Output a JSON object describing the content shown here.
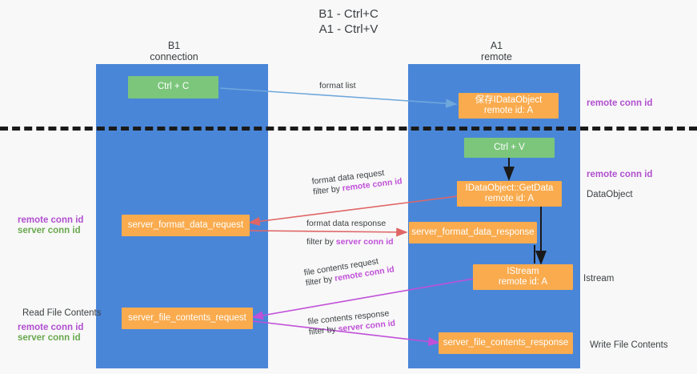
{
  "title": {
    "line1": "B1 - Ctrl+C",
    "line2": "A1 - Ctrl+V"
  },
  "lanes": [
    {
      "id": "b1",
      "name": "B1",
      "role": "connection",
      "color": "#4a86d8"
    },
    {
      "id": "a1",
      "name": "A1",
      "role": "remote",
      "color": "#4a86d8"
    }
  ],
  "boxes": {
    "ctrl_c": {
      "line1": "Ctrl + C",
      "line2": "",
      "color": "#7cc67c"
    },
    "ctrl_v": {
      "line1": "Ctrl + V",
      "line2": "",
      "color": "#7cc67c"
    },
    "data_object_store": {
      "line1": "保存IDataObject",
      "line2": "remote id: A",
      "color": "#f9ab4e"
    },
    "get_data": {
      "line1": "IDataObject::GetData",
      "line2": "remote id: A",
      "color": "#f9ab4e"
    },
    "format_request": {
      "line1": "server_format_data_request",
      "line2": "",
      "color": "#f9ab4e"
    },
    "format_response": {
      "line1": "server_format_data_response",
      "line2": "",
      "color": "#f9ab4e"
    },
    "istream": {
      "line1": "IStream",
      "line2": "remote id: A",
      "color": "#f9ab4e"
    },
    "file_request": {
      "line1": "server_file_contents_request",
      "line2": "",
      "color": "#f9ab4e"
    },
    "file_response": {
      "line1": "server_file_contents_response",
      "line2": "",
      "color": "#f9ab4e"
    }
  },
  "edges": [
    {
      "id": "format-list",
      "label": "format list",
      "filter": "",
      "color": "#6fa8dc"
    },
    {
      "id": "format-data-request",
      "label": "format data request",
      "filter_prefix": "filter by ",
      "filter_key": "remote conn id",
      "color": "#e06666"
    },
    {
      "id": "format-data-response",
      "label": "format data response",
      "filter_prefix": "filter by ",
      "filter_key": "server conn id",
      "color": "#e06666"
    },
    {
      "id": "file-contents-request",
      "label": "file contents request",
      "filter_prefix": "filter by ",
      "filter_key": "remote conn id",
      "color": "#c050d8"
    },
    {
      "id": "file-contents-response",
      "label": "file contents response",
      "filter_prefix": "filter by ",
      "filter_key": "server conn id",
      "color": "#c050d8"
    }
  ],
  "annotations": {
    "right": [
      {
        "id": "remote-conn-id-top",
        "text": "remote conn id",
        "style": "purple"
      },
      {
        "id": "remote-conn-id-mid",
        "text": "remote conn id",
        "style": "purple"
      },
      {
        "id": "data-object",
        "text": "DataObject",
        "style": "plain"
      },
      {
        "id": "istream",
        "text": "Istream",
        "style": "plain"
      },
      {
        "id": "write-file-contents",
        "text": "Write File Contents",
        "style": "plain"
      }
    ],
    "left": [
      {
        "id": "left-remote-conn-id",
        "text": "remote conn id",
        "style": "purple"
      },
      {
        "id": "left-server-conn-id",
        "text": "server conn id",
        "style": "green"
      },
      {
        "id": "read-file-contents",
        "text": "Read File Contents",
        "style": "plain"
      },
      {
        "id": "left-remote-conn-id-2",
        "text": "remote conn id",
        "style": "purple"
      },
      {
        "id": "left-server-conn-id-2",
        "text": "server conn id",
        "style": "green"
      }
    ]
  },
  "colors": {
    "lane": "#4a86d8",
    "orange": "#f9ab4e",
    "green": "#7cc67c",
    "purple": "#b14fcf",
    "green_text": "#6aa84f",
    "red_arrow": "#e06666",
    "blue_arrow": "#6fa8dc",
    "magenta_arrow": "#c050d8",
    "divider": "#1a1a1a",
    "background": "#f8f8f8"
  }
}
